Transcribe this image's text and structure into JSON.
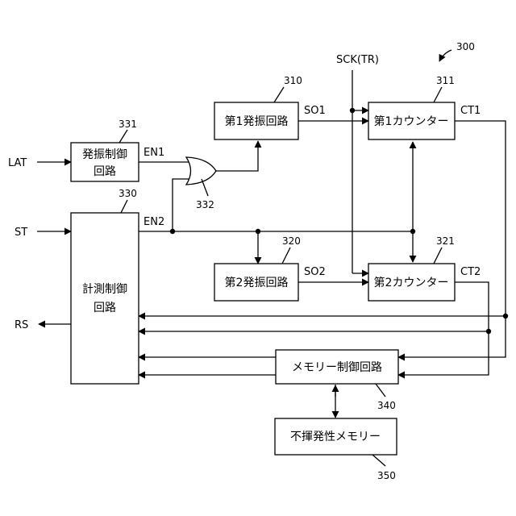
{
  "figure_ref": "300",
  "blocks": {
    "osc1": {
      "label": "第1発振回路",
      "ref": "310"
    },
    "osc2": {
      "label": "第2発振回路",
      "ref": "320"
    },
    "cnt1": {
      "label": "第1カウンター",
      "ref": "311"
    },
    "cnt2": {
      "label": "第2カウンター",
      "ref": "321"
    },
    "oscctl": {
      "line1": "発振制御",
      "line2": "回路",
      "ref": "331"
    },
    "meas": {
      "line1": "計測制御",
      "line2": "回路",
      "ref": "330"
    },
    "orgate": {
      "ref": "332"
    },
    "memctl": {
      "label": "メモリー制御回路",
      "ref": "340"
    },
    "nvm": {
      "label": "不揮発性メモリー",
      "ref": "350"
    }
  },
  "signals": {
    "sck": "SCK(TR)",
    "lat": "LAT",
    "st": "ST",
    "rs": "RS",
    "en1": "EN1",
    "en2": "EN2",
    "so1": "SO1",
    "so2": "SO2",
    "ct1": "CT1",
    "ct2": "CT2"
  }
}
